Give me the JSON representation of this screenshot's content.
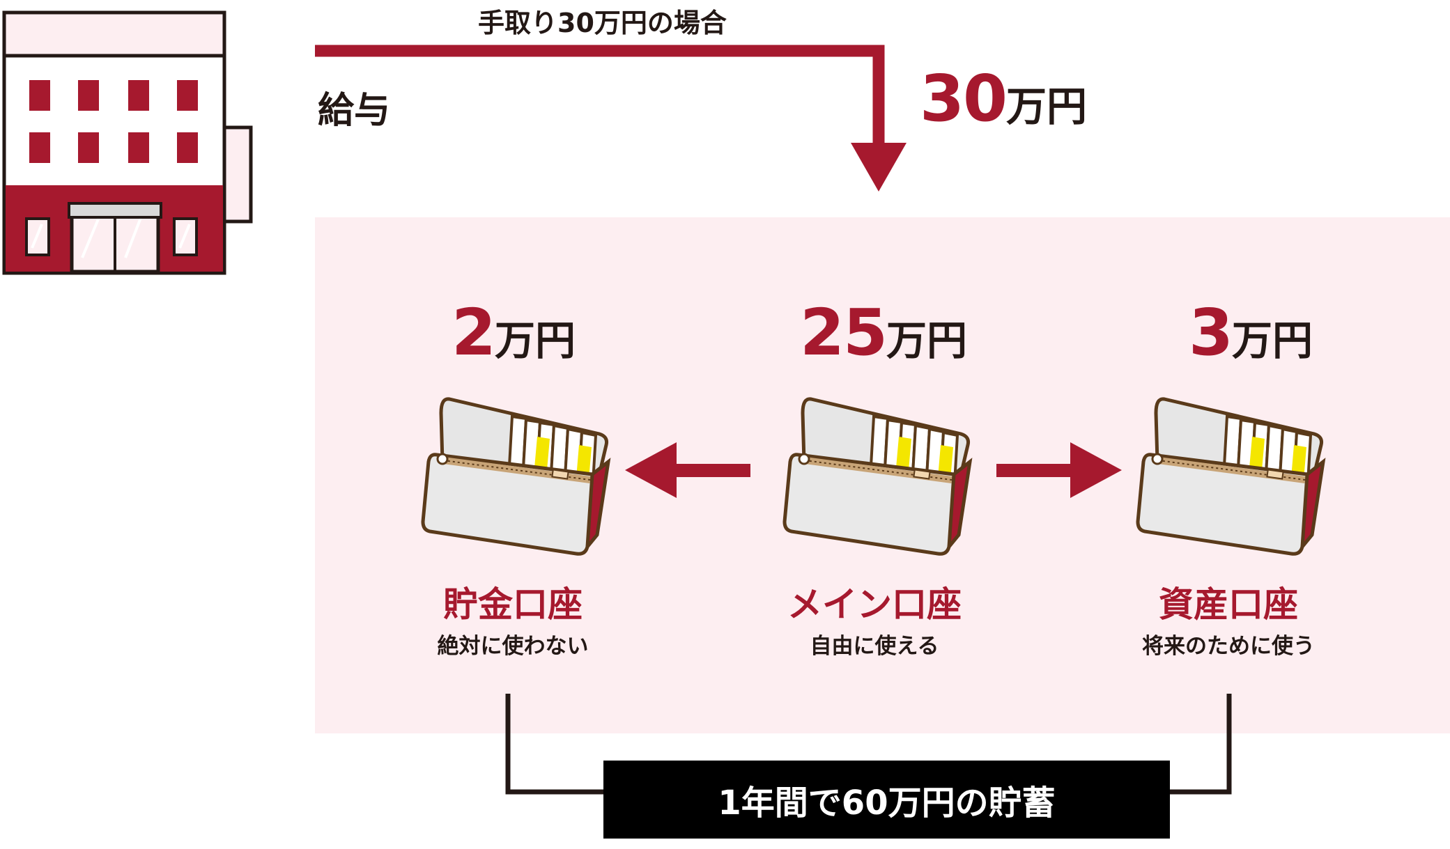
{
  "header": {
    "scenario_label": "手取り30万円の場合",
    "salary_label": "給与",
    "salary_amount": {
      "number": "30",
      "unit": "万円"
    }
  },
  "accounts": [
    {
      "id": "savings",
      "amount_number": "2",
      "amount_unit": "万円",
      "name": "貯金口座",
      "description": "絶対に使わない"
    },
    {
      "id": "main",
      "amount_number": "25",
      "amount_unit": "万円",
      "name": "メイン口座",
      "description": "自由に使える"
    },
    {
      "id": "asset",
      "amount_number": "3",
      "amount_unit": "万円",
      "name": "資産口座",
      "description": "将来のために使う"
    }
  ],
  "footer": {
    "annual_savings": "1年間で60万円の貯蓄"
  },
  "colors": {
    "accent": "#a6192e",
    "panel_background": "#fdeef1",
    "text": "#231815",
    "footer_background": "#000000",
    "footer_text": "#ffffff"
  },
  "icons": [
    "company-building-icon",
    "wallet-icon",
    "arrow-down-icon",
    "arrow-left-icon",
    "arrow-right-icon"
  ]
}
